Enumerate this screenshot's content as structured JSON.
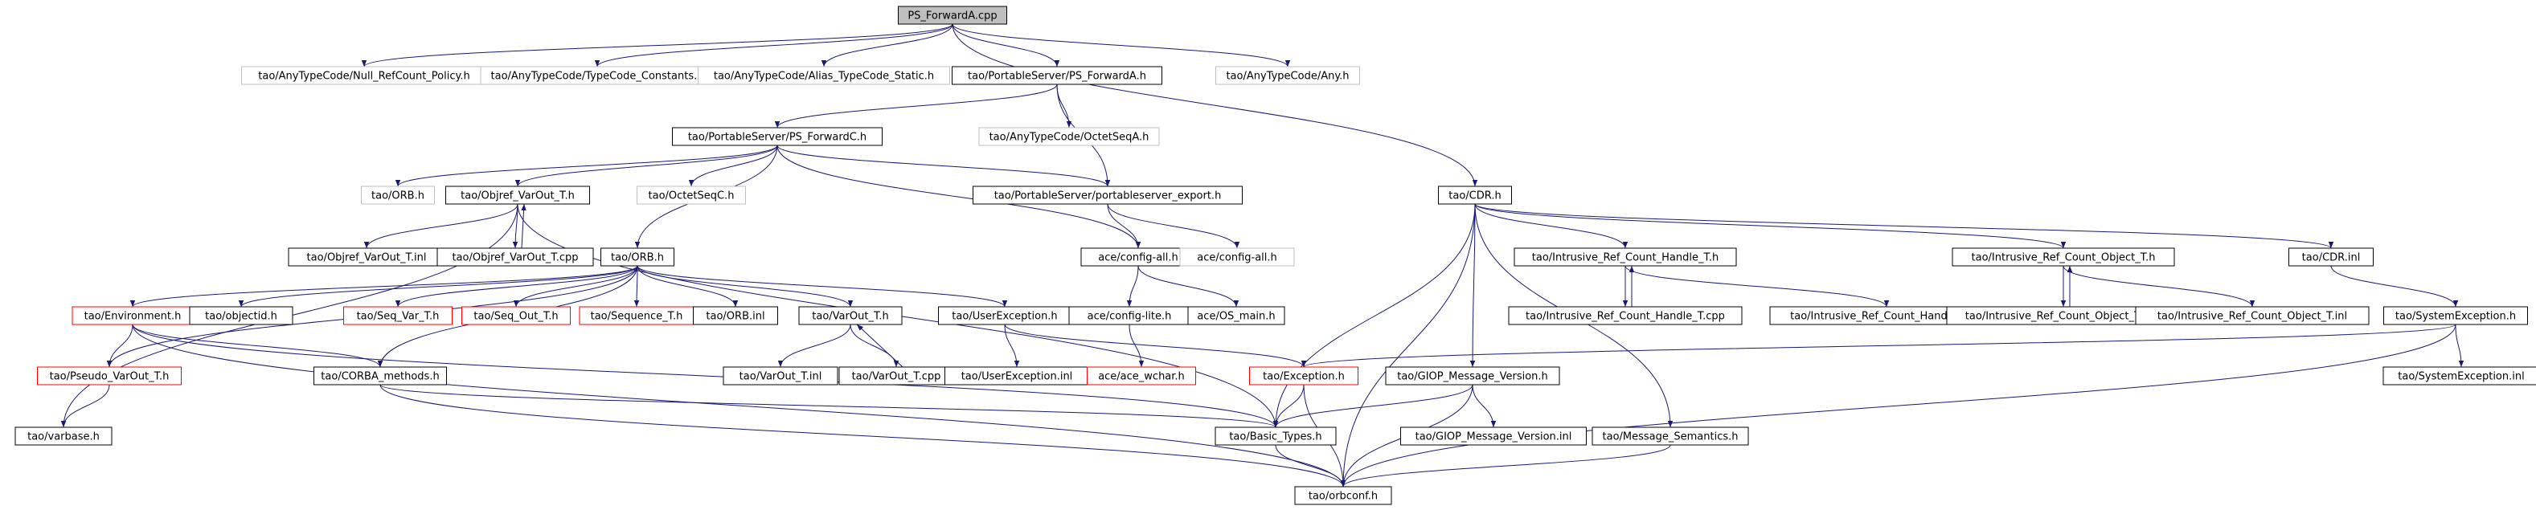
{
  "title": "PS_ForwardA.cpp",
  "colors": {
    "edge": "#191970",
    "border_normal": "#000000",
    "border_missing": "#bfbfbf",
    "border_truncated": "#ff0000",
    "root_fill": "#bfbfbf",
    "node_fill": "#ffffff"
  },
  "nodes": [
    {
      "id": "root",
      "label": "PS_ForwardA.cpp",
      "kind": "root"
    },
    {
      "id": "nullref",
      "label": "tao/AnyTypeCode/Null_RefCount_Policy.h",
      "kind": "missing"
    },
    {
      "id": "tcconst",
      "label": "tao/AnyTypeCode/TypeCode_Constants.h",
      "kind": "missing"
    },
    {
      "id": "alias",
      "label": "tao/AnyTypeCode/Alias_TypeCode_Static.h",
      "kind": "missing"
    },
    {
      "id": "psfa",
      "label": "tao/PortableServer/PS_ForwardA.h",
      "kind": "normal"
    },
    {
      "id": "anyh",
      "label": "tao/AnyTypeCode/Any.h",
      "kind": "missing"
    },
    {
      "id": "psfc",
      "label": "tao/PortableServer/PS_ForwardC.h",
      "kind": "normal"
    },
    {
      "id": "octa",
      "label": "tao/AnyTypeCode/OctetSeqA.h",
      "kind": "missing"
    },
    {
      "id": "orbh1",
      "label": "tao/ORB.h",
      "kind": "missing"
    },
    {
      "id": "objref",
      "label": "tao/Objref_VarOut_T.h",
      "kind": "normal"
    },
    {
      "id": "octc",
      "label": "tao/OctetSeqC.h",
      "kind": "missing"
    },
    {
      "id": "psexp",
      "label": "tao/PortableServer/portableserver_export.h",
      "kind": "normal"
    },
    {
      "id": "cdrh",
      "label": "tao/CDR.h",
      "kind": "normal"
    },
    {
      "id": "objinl",
      "label": "tao/Objref_VarOut_T.inl",
      "kind": "normal"
    },
    {
      "id": "objcpp",
      "label": "tao/Objref_VarOut_T.cpp",
      "kind": "normal"
    },
    {
      "id": "orbh2",
      "label": "tao/ORB.h",
      "kind": "normal"
    },
    {
      "id": "cfgall",
      "label": "ace/config-all.h",
      "kind": "normal"
    },
    {
      "id": "cfgall2",
      "label": "ace/config-all.h",
      "kind": "missing"
    },
    {
      "id": "irch",
      "label": "tao/Intrusive_Ref_Count_Handle_T.h",
      "kind": "normal"
    },
    {
      "id": "irco",
      "label": "tao/Intrusive_Ref_Count_Object_T.h",
      "kind": "normal"
    },
    {
      "id": "cdrinl",
      "label": "tao/CDR.inl",
      "kind": "normal"
    },
    {
      "id": "env",
      "label": "tao/Environment.h",
      "kind": "truncated"
    },
    {
      "id": "objid",
      "label": "tao/objectid.h",
      "kind": "normal"
    },
    {
      "id": "seqvar",
      "label": "tao/Seq_Var_T.h",
      "kind": "truncated"
    },
    {
      "id": "seqout",
      "label": "tao/Seq_Out_T.h",
      "kind": "truncated"
    },
    {
      "id": "seqT",
      "label": "tao/Sequence_T.h",
      "kind": "truncated"
    },
    {
      "id": "orbinl",
      "label": "tao/ORB.inl",
      "kind": "normal"
    },
    {
      "id": "varoutT",
      "label": "tao/VarOut_T.h",
      "kind": "normal"
    },
    {
      "id": "userexc",
      "label": "tao/UserException.h",
      "kind": "normal"
    },
    {
      "id": "cfglite",
      "label": "ace/config-lite.h",
      "kind": "normal"
    },
    {
      "id": "osmain",
      "label": "ace/OS_main.h",
      "kind": "normal"
    },
    {
      "id": "irchcpp",
      "label": "tao/Intrusive_Ref_Count_Handle_T.cpp",
      "kind": "normal"
    },
    {
      "id": "irchinl",
      "label": "tao/Intrusive_Ref_Count_Handle_T.inl",
      "kind": "normal"
    },
    {
      "id": "ircocpp",
      "label": "tao/Intrusive_Ref_Count_Object_T.cpp",
      "kind": "normal"
    },
    {
      "id": "ircoinl",
      "label": "tao/Intrusive_Ref_Count_Object_T.inl",
      "kind": "normal"
    },
    {
      "id": "sysexc",
      "label": "tao/SystemException.h",
      "kind": "normal"
    },
    {
      "id": "pseudo",
      "label": "tao/Pseudo_VarOut_T.h",
      "kind": "truncated"
    },
    {
      "id": "corba",
      "label": "tao/CORBA_methods.h",
      "kind": "normal"
    },
    {
      "id": "varoutinl",
      "label": "tao/VarOut_T.inl",
      "kind": "normal"
    },
    {
      "id": "varoutcpp",
      "label": "tao/VarOut_T.cpp",
      "kind": "normal"
    },
    {
      "id": "userexcinl",
      "label": "tao/UserException.inl",
      "kind": "normal"
    },
    {
      "id": "acewchar",
      "label": "ace/ace_wchar.h",
      "kind": "truncated"
    },
    {
      "id": "exch",
      "label": "tao/Exception.h",
      "kind": "truncated"
    },
    {
      "id": "giop",
      "label": "tao/GIOP_Message_Version.h",
      "kind": "normal"
    },
    {
      "id": "sysexcinl",
      "label": "tao/SystemException.inl",
      "kind": "normal"
    },
    {
      "id": "varbase",
      "label": "tao/varbase.h",
      "kind": "normal"
    },
    {
      "id": "giopinl",
      "label": "tao/GIOP_Message_Version.inl",
      "kind": "normal"
    },
    {
      "id": "basic",
      "label": "tao/Basic_Types.h",
      "kind": "normal"
    },
    {
      "id": "msgsem",
      "label": "tao/Message_Semantics.h",
      "kind": "normal"
    },
    {
      "id": "orbconf",
      "label": "tao/orbconf.h",
      "kind": "normal"
    }
  ],
  "edges": [
    [
      "root",
      "nullref"
    ],
    [
      "root",
      "tcconst"
    ],
    [
      "root",
      "alias"
    ],
    [
      "root",
      "psfa"
    ],
    [
      "root",
      "anyh"
    ],
    [
      "root",
      "cdrh"
    ],
    [
      "psfa",
      "psfc"
    ],
    [
      "psfa",
      "octa"
    ],
    [
      "psfa",
      "psexp"
    ],
    [
      "psfc",
      "orbh1"
    ],
    [
      "psfc",
      "objref"
    ],
    [
      "psfc",
      "octc"
    ],
    [
      "psfc",
      "psexp"
    ],
    [
      "psfc",
      "cfgall"
    ],
    [
      "psfc",
      "orbh2"
    ],
    [
      "objref",
      "objinl"
    ],
    [
      "objref",
      "objcpp"
    ],
    [
      "objref",
      "varbase"
    ],
    [
      "objref",
      "basic"
    ],
    [
      "objcpp",
      "objref"
    ],
    [
      "psexp",
      "cfgall"
    ],
    [
      "psexp",
      "cfgall2"
    ],
    [
      "cfgall",
      "cfglite"
    ],
    [
      "cfgall",
      "osmain"
    ],
    [
      "cfglite",
      "acewchar"
    ],
    [
      "cdrh",
      "irch"
    ],
    [
      "cdrh",
      "irco"
    ],
    [
      "cdrh",
      "cdrinl"
    ],
    [
      "cdrh",
      "basic"
    ],
    [
      "cdrh",
      "giop"
    ],
    [
      "cdrh",
      "msgsem"
    ],
    [
      "cdrh",
      "orbconf"
    ],
    [
      "irch",
      "irchcpp"
    ],
    [
      "irch",
      "irchinl"
    ],
    [
      "irchcpp",
      "irch"
    ],
    [
      "irco",
      "ircocpp"
    ],
    [
      "irco",
      "ircoinl"
    ],
    [
      "ircocpp",
      "irco"
    ],
    [
      "cdrinl",
      "sysexc"
    ],
    [
      "sysexc",
      "sysexcinl"
    ],
    [
      "sysexc",
      "exch"
    ],
    [
      "sysexc",
      "orbconf"
    ],
    [
      "orbh2",
      "env"
    ],
    [
      "orbh2",
      "objid"
    ],
    [
      "orbh2",
      "seqvar"
    ],
    [
      "orbh2",
      "seqout"
    ],
    [
      "orbh2",
      "seqT"
    ],
    [
      "orbh2",
      "orbinl"
    ],
    [
      "orbh2",
      "varoutT"
    ],
    [
      "orbh2",
      "userexc"
    ],
    [
      "orbh2",
      "pseudo"
    ],
    [
      "orbh2",
      "corba"
    ],
    [
      "env",
      "pseudo"
    ],
    [
      "env",
      "corba"
    ],
    [
      "env",
      "basic"
    ],
    [
      "env",
      "orbconf"
    ],
    [
      "pseudo",
      "varbase"
    ],
    [
      "corba",
      "basic"
    ],
    [
      "corba",
      "orbconf"
    ],
    [
      "varoutT",
      "varoutinl"
    ],
    [
      "varoutT",
      "varoutcpp"
    ],
    [
      "varoutcpp",
      "varoutT"
    ],
    [
      "userexc",
      "userexcinl"
    ],
    [
      "userexc",
      "exch"
    ],
    [
      "exch",
      "basic"
    ],
    [
      "exch",
      "orbconf"
    ],
    [
      "giop",
      "giopinl"
    ],
    [
      "giop",
      "basic"
    ],
    [
      "giop",
      "orbconf"
    ],
    [
      "msgsem",
      "orbconf"
    ],
    [
      "basic",
      "orbconf"
    ]
  ]
}
